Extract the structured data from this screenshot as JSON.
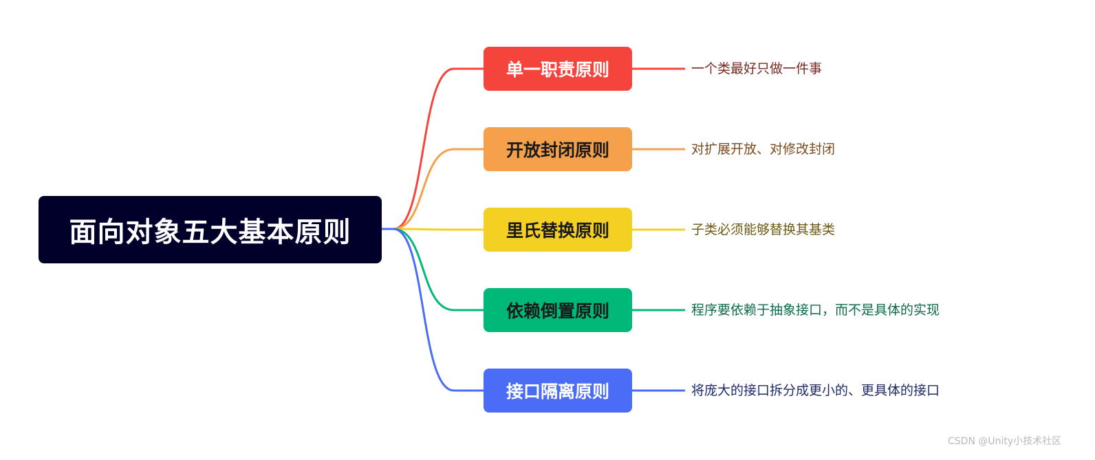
{
  "root": {
    "label": "面向对象五大基本原则",
    "color": "#00002a",
    "text_color": "#ffffff"
  },
  "branches": [
    {
      "label": "单一职责原则",
      "description": "一个类最好只做一件事",
      "color": "#f5443b",
      "label_color": "#ffffff",
      "description_color": "#7a2a22"
    },
    {
      "label": "开放封闭原则",
      "description": "对扩展开放、对修改封闭",
      "color": "#f5a04a",
      "label_color": "#1a1a1a",
      "description_color": "#7a4a1e"
    },
    {
      "label": "里氏替换原则",
      "description": "子类必须能够替换其基类",
      "color": "#f3d021",
      "label_color": "#1a1a1a",
      "description_color": "#6e5a14"
    },
    {
      "label": "依赖倒置原则",
      "description": "程序要依赖于抽象接口，而不是具体的实现",
      "color": "#00b877",
      "label_color": "#1a1a1a",
      "description_color": "#0e6a48"
    },
    {
      "label": "接口隔离原则",
      "description": "将庞大的接口拆分成更小的、更具体的接口",
      "color": "#4a6cf7",
      "label_color": "#ffffff",
      "description_color": "#1e2a6a"
    }
  ],
  "watermark": "CSDN @Unity小技术社区"
}
